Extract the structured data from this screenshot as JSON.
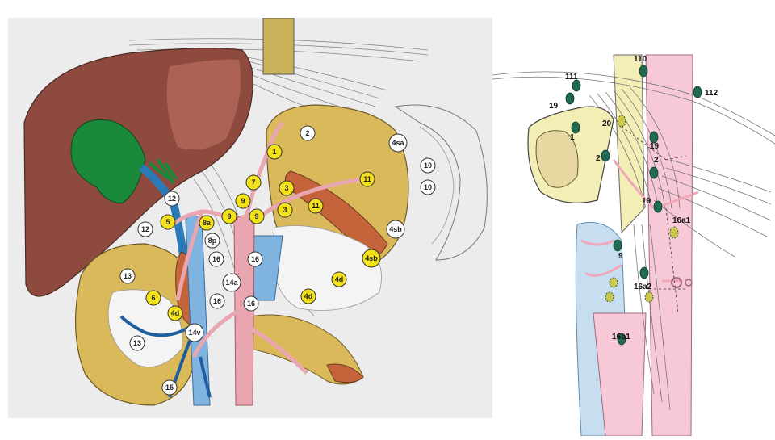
{
  "left_diagram": {
    "stations": [
      {
        "label": "1",
        "type": "yellow"
      },
      {
        "label": "2",
        "type": "white"
      },
      {
        "label": "3",
        "type": "yellow"
      },
      {
        "label": "3",
        "type": "yellow"
      },
      {
        "label": "4sa",
        "type": "white"
      },
      {
        "label": "4sb",
        "type": "white"
      },
      {
        "label": "4sb",
        "type": "yellow"
      },
      {
        "label": "4d",
        "type": "yellow"
      },
      {
        "label": "4d",
        "type": "yellow"
      },
      {
        "label": "4d",
        "type": "yellow"
      },
      {
        "label": "5",
        "type": "yellow"
      },
      {
        "label": "6",
        "type": "yellow"
      },
      {
        "label": "7",
        "type": "yellow"
      },
      {
        "label": "8a",
        "type": "yellow"
      },
      {
        "label": "8p",
        "type": "white"
      },
      {
        "label": "9",
        "type": "yellow"
      },
      {
        "label": "9",
        "type": "yellow"
      },
      {
        "label": "9",
        "type": "yellow"
      },
      {
        "label": "10",
        "type": "white"
      },
      {
        "label": "10",
        "type": "white"
      },
      {
        "label": "11",
        "type": "yellow"
      },
      {
        "label": "11",
        "type": "yellow"
      },
      {
        "label": "12",
        "type": "white"
      },
      {
        "label": "12",
        "type": "white"
      },
      {
        "label": "13",
        "type": "white"
      },
      {
        "label": "13",
        "type": "white"
      },
      {
        "label": "14a",
        "type": "white"
      },
      {
        "label": "14v",
        "type": "white"
      },
      {
        "label": "15",
        "type": "white"
      },
      {
        "label": "16",
        "type": "white"
      },
      {
        "label": "16",
        "type": "white"
      },
      {
        "label": "16",
        "type": "white"
      },
      {
        "label": "16",
        "type": "white"
      }
    ]
  },
  "right_diagram": {
    "stations": [
      "110",
      "111",
      "112",
      "19",
      "19",
      "19",
      "20",
      "1",
      "2",
      "2",
      "9",
      "16a1",
      "16a2",
      "16b1"
    ]
  },
  "colors": {
    "yellow_node": "#f3e21a",
    "white_node": "#ffffff",
    "dark_node": "#1f6b54",
    "liver": "#8e4a3e",
    "gallbladder": "#1a8a3a",
    "stomach": "#d9b95a",
    "artery": "#eaa6b0",
    "vein": "#1f5ea0"
  }
}
